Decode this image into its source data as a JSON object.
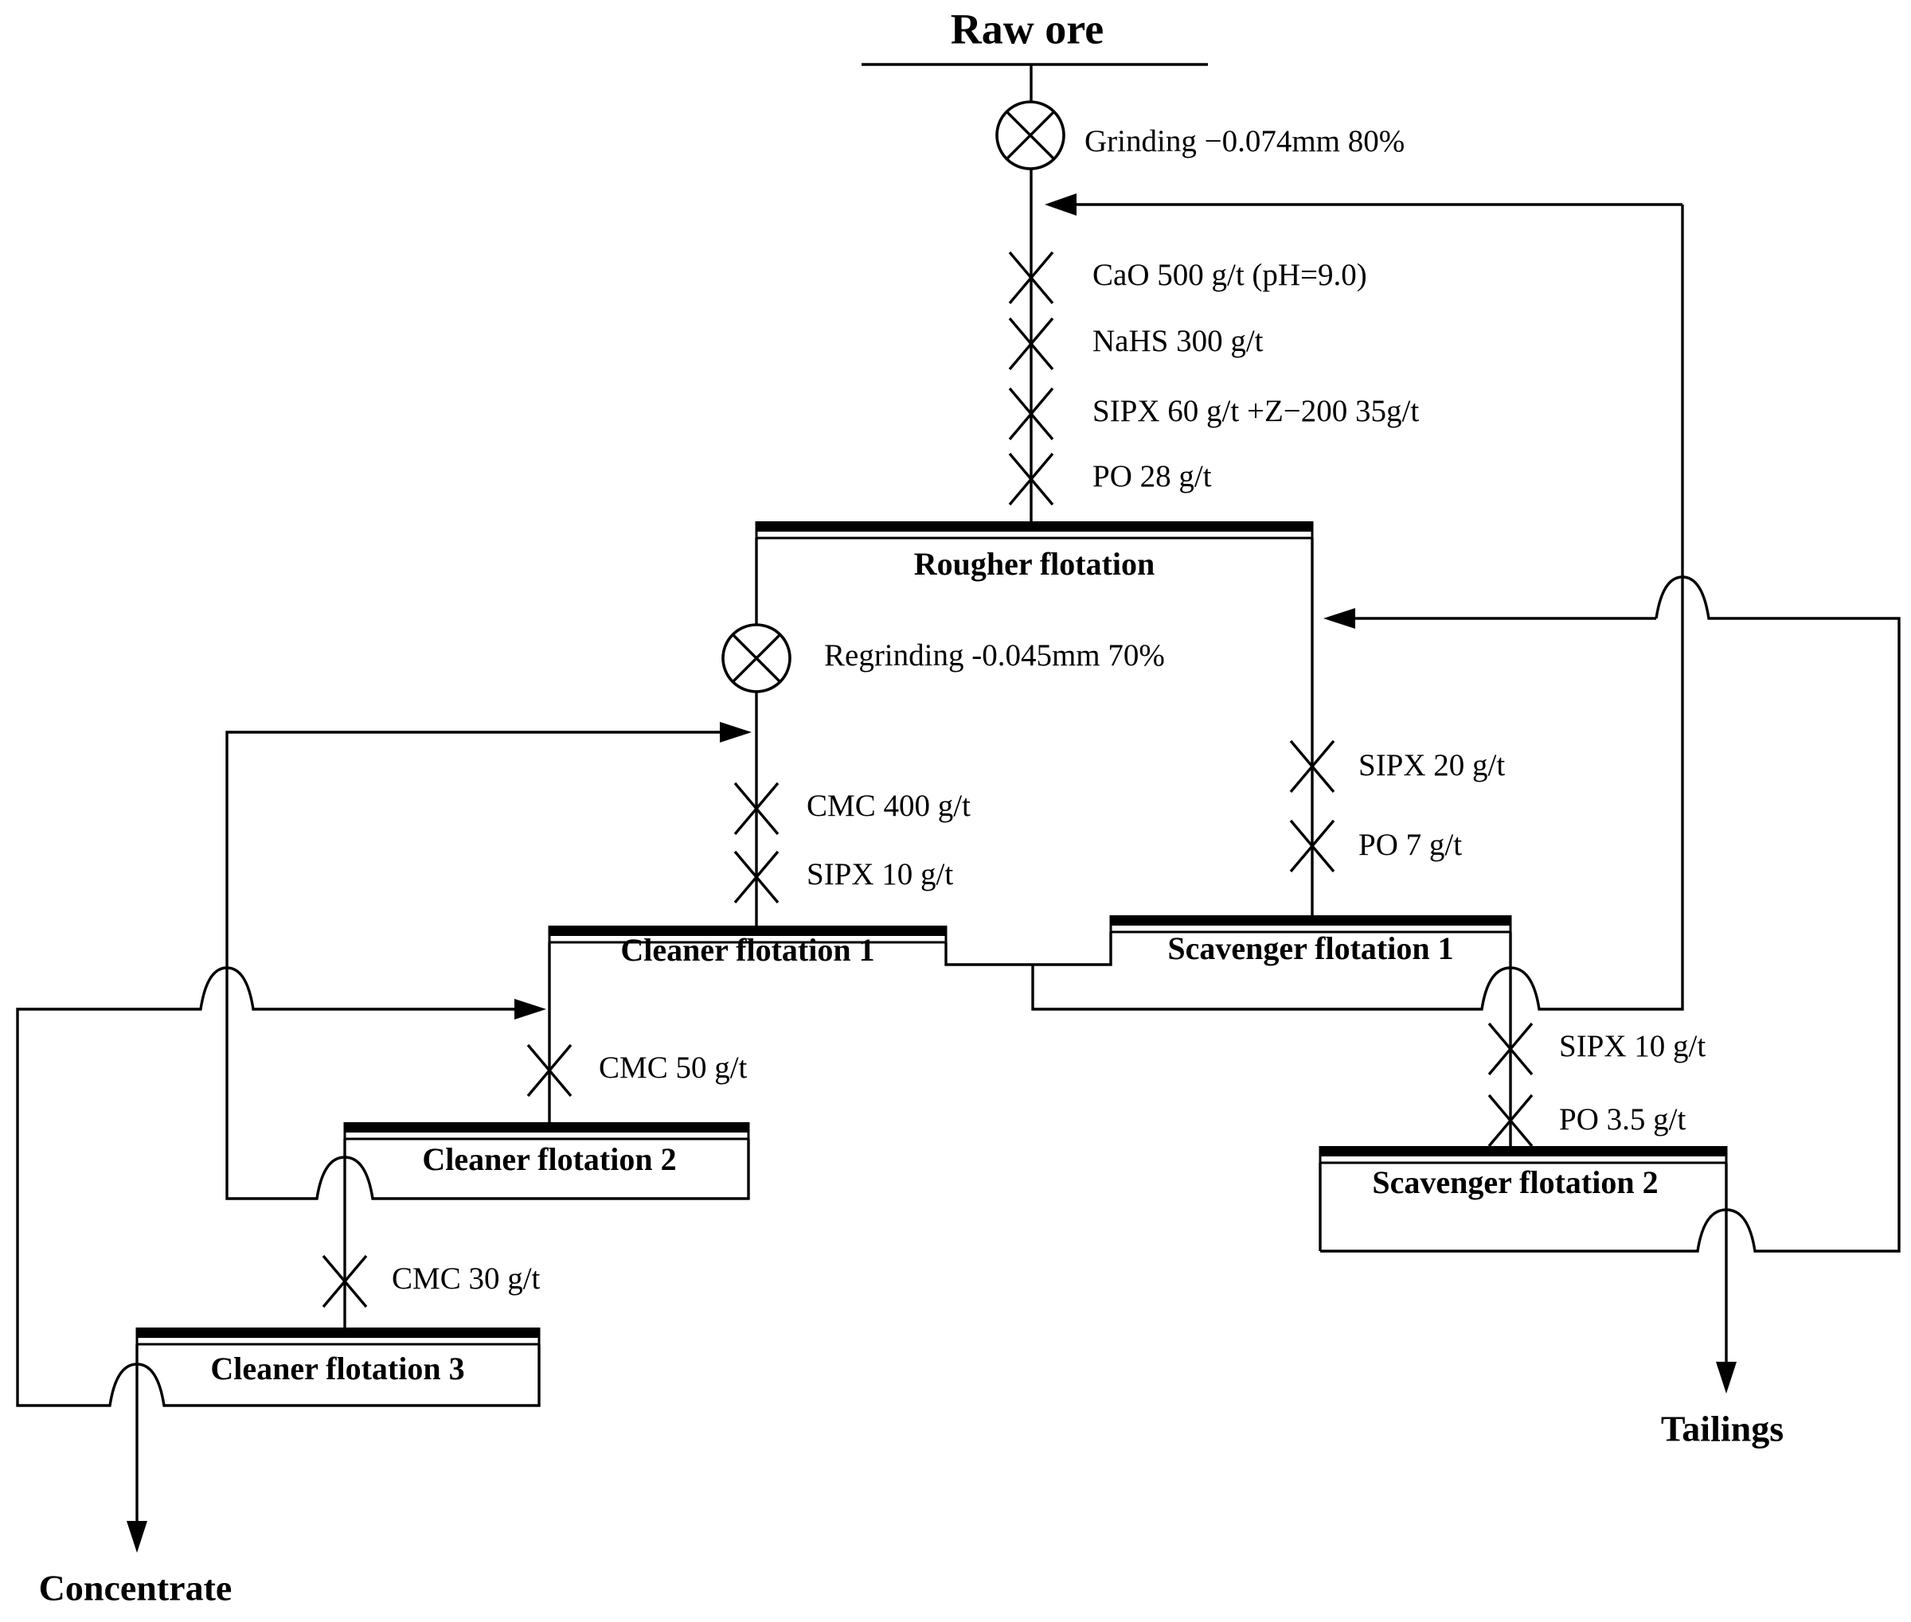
{
  "diagram": {
    "background_color": "#ffffff",
    "line_color": "#000000",
    "feed": {
      "label": "Raw ore"
    },
    "grinding": {
      "label": "Grinding −0.074mm 80%"
    },
    "regrinding": {
      "label": "Regrinding -0.045mm 70%"
    },
    "rougher": {
      "label": "Rougher flotation",
      "reagents": [
        "CaO 500 g/t (pH=9.0)",
        "NaHS 300 g/t",
        "SIPX 60 g/t +Z−200 35g/t",
        "PO 28 g/t"
      ]
    },
    "cleaner1": {
      "label": "Cleaner flotation 1",
      "reagents": [
        "CMC 400 g/t",
        "SIPX 10 g/t"
      ]
    },
    "scavenger1": {
      "label": "Scavenger flotation 1",
      "reagents": [
        "SIPX 20 g/t",
        "PO 7 g/t"
      ]
    },
    "cleaner2": {
      "label": "Cleaner flotation 2",
      "reagents": [
        "CMC 50 g/t"
      ]
    },
    "cleaner3": {
      "label": "Cleaner flotation 3",
      "reagents": [
        "CMC 30 g/t"
      ]
    },
    "scavenger2": {
      "label": "Scavenger flotation 2",
      "reagents": [
        "SIPX 10 g/t",
        "PO 3.5 g/t"
      ]
    },
    "outputs": {
      "concentrate": "Concentrate",
      "tailings": "Tailings"
    }
  }
}
